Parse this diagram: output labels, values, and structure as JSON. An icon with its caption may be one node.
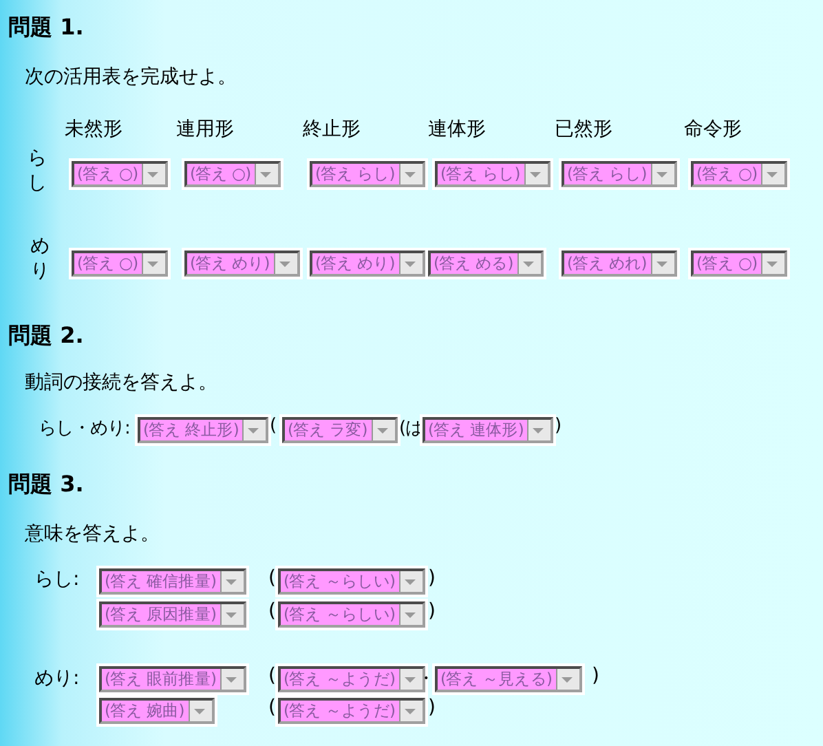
{
  "diagram": {
    "labels": [
      "問題 1.",
      "次の活用表を完成せよ。",
      "未然形",
      "連用形",
      "終止形",
      "連体形",
      "已然形",
      "命令形",
      "らし",
      "(答え ○)",
      "(答え ○)",
      "(答え らし)",
      "(答え らし)",
      "(答え らし)",
      "(答え ○)",
      "めり",
      "(答え ○)",
      "(答え めり)",
      "(答え めり)",
      "(答え める)",
      "(答え めれ)",
      "(答え ○)",
      "問題 2.",
      "動詞の接続を答えよ。",
      "らし・めり:",
      "(答え 終止形)",
      "(",
      "(答え ラ変)",
      "(は",
      "(答え 連体形)",
      ")",
      "問題 3.",
      "意味を答えよ。",
      "らし:",
      "(答え 確信推量)",
      "(",
      "(答え ～らしい)",
      ")",
      "(答え 原因推量)",
      "(",
      "(答え ～らしい)",
      ")",
      "めり:",
      "(答え 眼前推量)",
      "(",
      "(答え ～ようだ)",
      "・",
      "(答え ～見える)",
      ")",
      "(答え 婉曲)",
      "(",
      "(答え ～ようだ)",
      ")"
    ]
  }
}
